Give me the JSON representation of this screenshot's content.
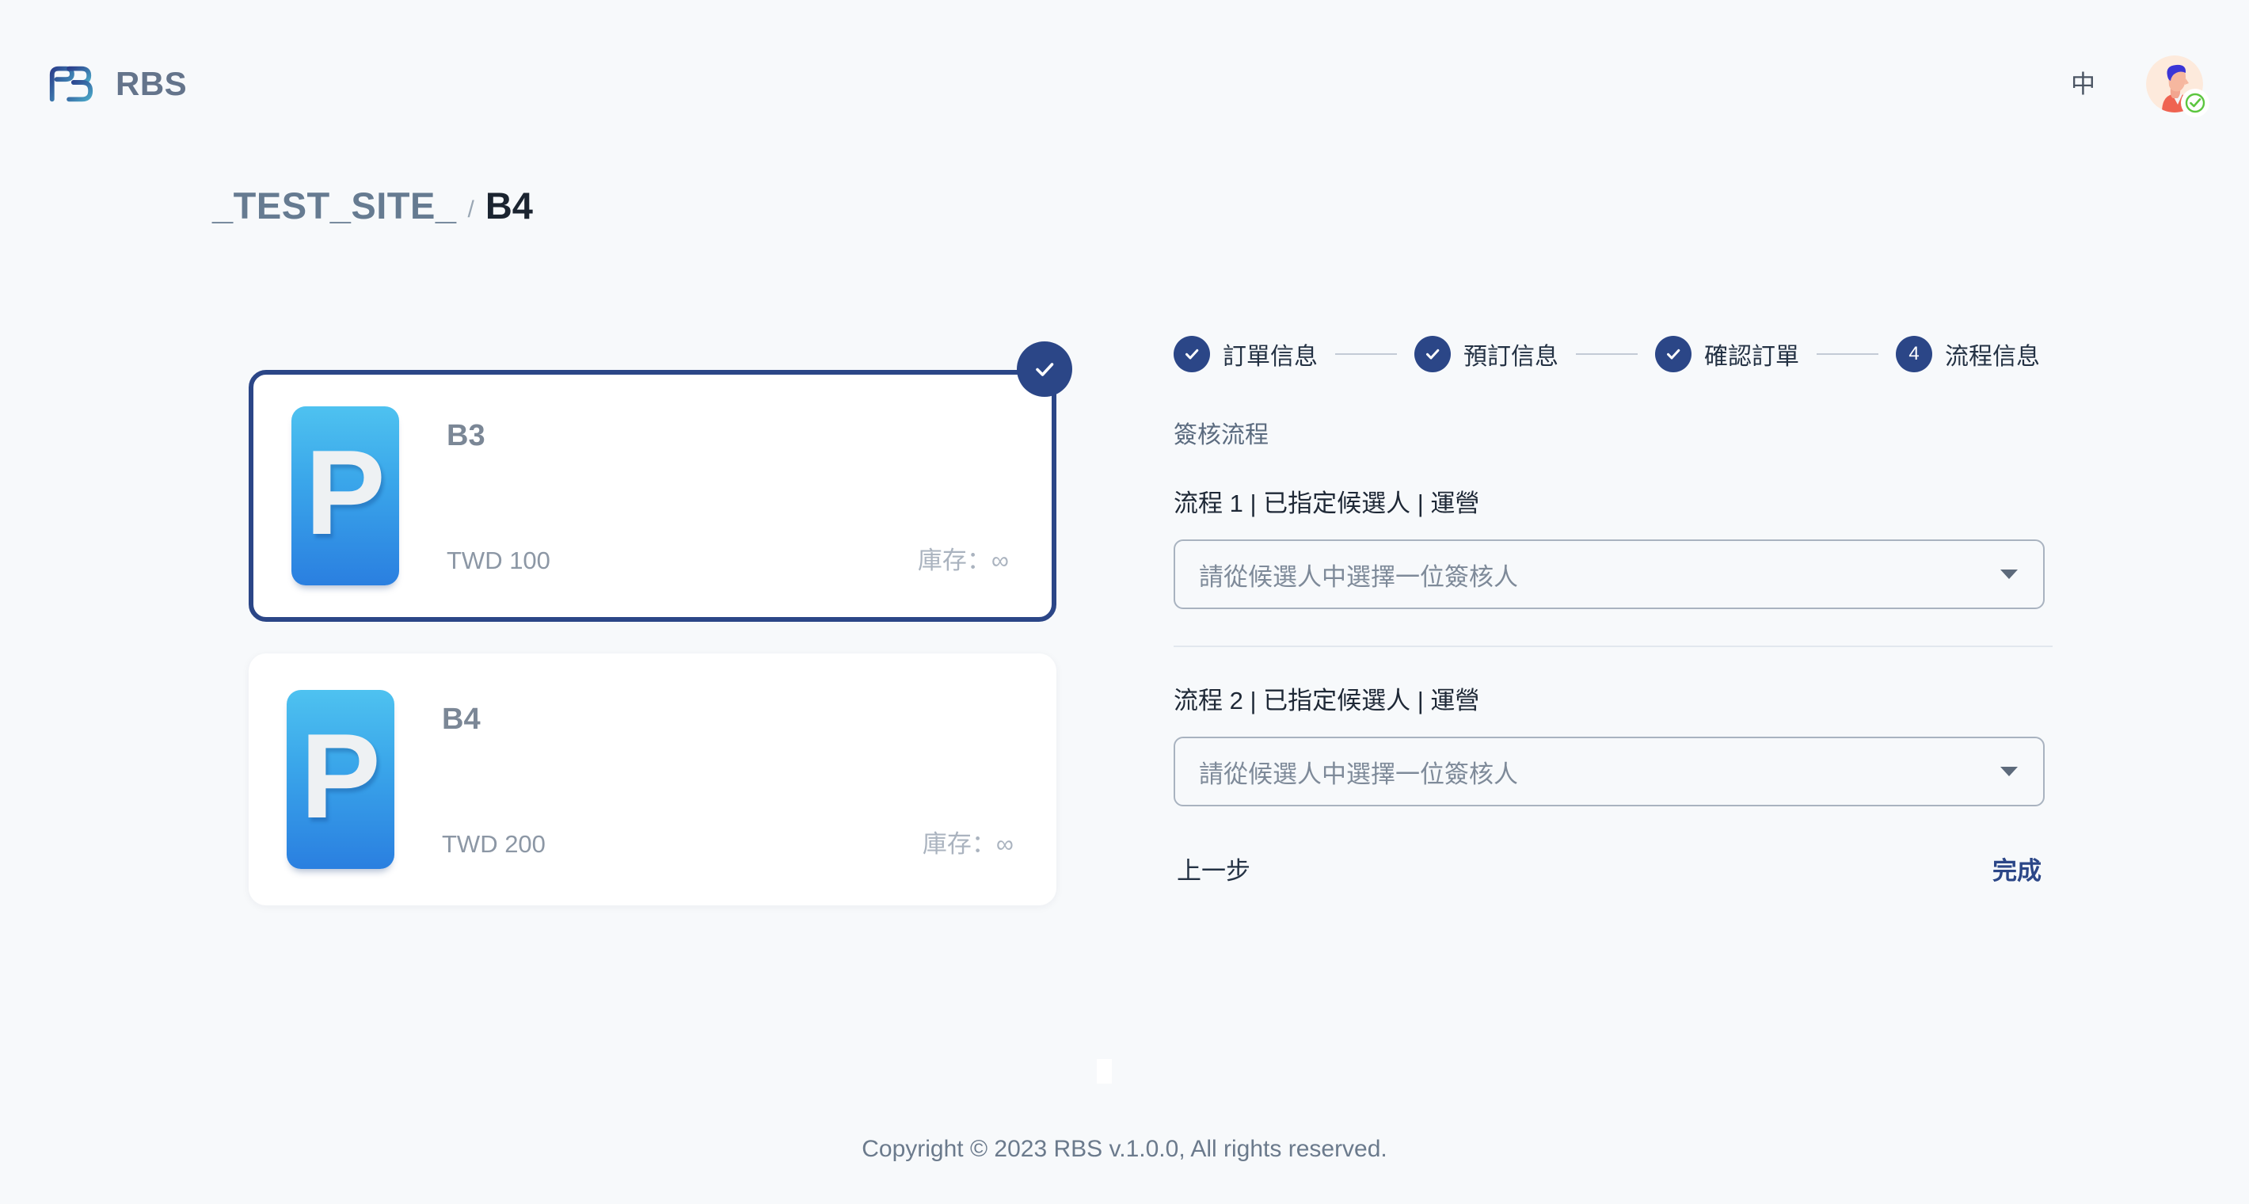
{
  "header": {
    "brand_name": "RBS",
    "logo_icon": "rbs-monogram-icon",
    "lang_label": "中",
    "avatar_icon": "user-avatar-illustration",
    "avatar_badge_icon": "verified-check-icon"
  },
  "breadcrumb": {
    "site": "_TEST_SITE_",
    "separator": "/",
    "current": "B4"
  },
  "products": [
    {
      "name": "B3",
      "price": "TWD 100",
      "stock": "庫存：∞",
      "thumb_glyph": "P",
      "selected": true,
      "check_icon": "check-icon"
    },
    {
      "name": "B4",
      "price": "TWD 200",
      "stock": "庫存：∞",
      "thumb_glyph": "P",
      "selected": false
    }
  ],
  "stepper": {
    "steps": [
      {
        "label": "訂單信息",
        "marker": "✓",
        "state": "done"
      },
      {
        "label": "預訂信息",
        "marker": "✓",
        "state": "done"
      },
      {
        "label": "確認訂單",
        "marker": "✓",
        "state": "done"
      },
      {
        "label": "流程信息",
        "marker": "4",
        "state": "active"
      }
    ]
  },
  "form": {
    "section_title": "簽核流程",
    "fields": [
      {
        "label": "流程 1 | 已指定候選人 | 運營",
        "value": "",
        "placeholder": "請從候選人中選擇一位簽核人",
        "caret_icon": "chevron-down-icon"
      },
      {
        "label": "流程 2 | 已指定候選人 | 運營",
        "value": "",
        "placeholder": "請從候選人中選擇一位簽核人",
        "caret_icon": "chevron-down-icon"
      }
    ],
    "prev_label": "上一步",
    "finish_label": "完成"
  },
  "footer": {
    "copyright": "Copyright © 2023 RBS v.1.0.0, All rights reserved."
  },
  "colors": {
    "navy": "#2b4687",
    "page_bg": "#f7f9fb",
    "text_muted": "#6b7a8c"
  }
}
